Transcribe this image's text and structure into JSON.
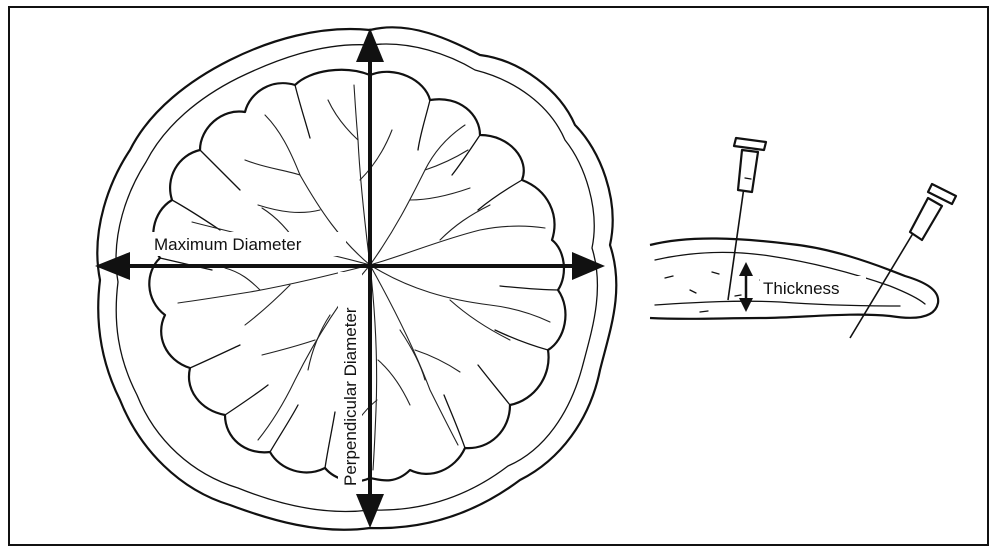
{
  "labels": {
    "maximum_diameter": "Maximum Diameter",
    "perpendicular_diameter": "Perpendicular Diameter",
    "thickness": "Thickness"
  },
  "colors": {
    "line": "#111111",
    "background": "#ffffff"
  }
}
